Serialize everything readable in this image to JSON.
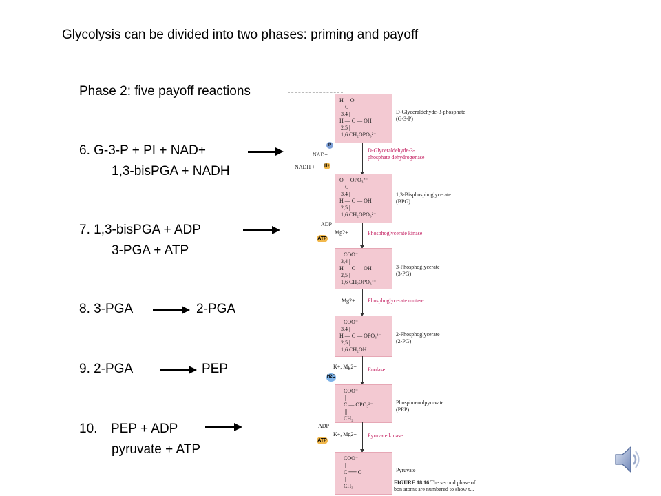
{
  "slide": {
    "title": "Glycolysis can be divided into two phases:  priming and payoff",
    "phase_heading": "Phase 2:  five payoff reactions",
    "reactions": [
      {
        "l1": "6.  G-3-P + PI + NAD+",
        "l2": "1,3-bisPGA + NADH"
      },
      {
        "l1": "7. 1,3-bisPGA + ADP",
        "l2": "3-PGA + ATP"
      },
      {
        "l1": "8.  3-PGA",
        "l2": "2-PGA"
      },
      {
        "l1": "9.  2-PGA",
        "l2": "PEP"
      },
      {
        "l1": "10.",
        "l1b": "PEP + ADP",
        "l2": "pyruvate + ATP"
      }
    ]
  },
  "figure": {
    "compounds": [
      {
        "name": "D-Glyceraldehyde-3-phosphate",
        "abbr": "(G-3-P)"
      },
      {
        "name": "1,3-Bisphosphoglycerate",
        "abbr": "(BPG)"
      },
      {
        "name": "3-Phosphoglycerate",
        "abbr": "(3-PG)"
      },
      {
        "name": "2-Phosphoglycerate",
        "abbr": "(2-PG)"
      },
      {
        "name": "Phosphoenolpyruvate",
        "abbr": "(PEP)"
      },
      {
        "name": "Pyruvate",
        "abbr": ""
      }
    ],
    "enzymes": [
      "D-Glyceraldehyde-3-phosphate dehydrogenase",
      "Phosphoglycerate kinase",
      "Phosphoglycerate mutase",
      "Enolase",
      "Pyruvate kinase"
    ],
    "side_labels": {
      "p": "P",
      "nad": "NAD+",
      "nadh": "NADH  +",
      "h": "H+",
      "adp1": "ADP",
      "mg1": "Mg2+",
      "atp1": "ATP",
      "mg2": "Mg2+",
      "kmg1": "K+, Mg2+",
      "h2o": "H2O",
      "adp2": "ADP",
      "kmg2": "K+, Mg2+",
      "atp2": "ATP"
    },
    "caption_bold": "FIGURE 18.16",
    "caption_text": "The second phase of ...",
    "caption_line2": "bon atoms are numbered to show t..."
  },
  "media": {
    "icon": "speaker-icon"
  },
  "colors": {
    "box_fill": "#f3c9d2",
    "enzyme_text": "#c2185b",
    "cofactor_orange": "#f2b84b",
    "phosphate_blue": "#7d9fd6"
  }
}
